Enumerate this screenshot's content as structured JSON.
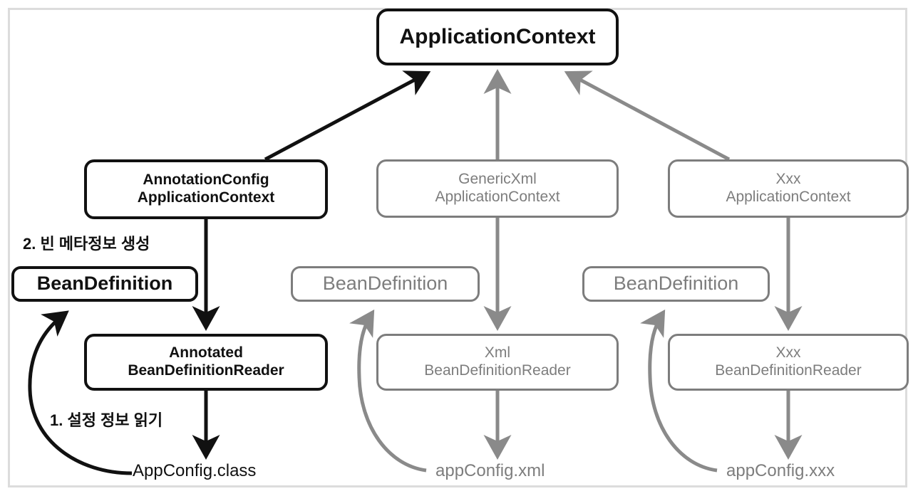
{
  "diagram": {
    "title_node": "ApplicationContext",
    "colors": {
      "black": "#111111",
      "gray": "#7d7d7d",
      "frame": "#dcdcdc",
      "background": "#ffffff"
    },
    "nodes": {
      "root": "ApplicationContext",
      "annotation_config_context": "AnnotationConfig\nApplicationContext",
      "generic_xml_context": "GenericXml\nApplicationContext",
      "xxx_context": "Xxx\nApplicationContext",
      "bean_definition_left": "BeanDefinition",
      "bean_definition_mid": "BeanDefinition",
      "bean_definition_right": "BeanDefinition",
      "annotated_reader": "Annotated\nBeanDefinitionReader",
      "xml_reader": "Xml\nBeanDefinitionReader",
      "xxx_reader": "Xxx\nBeanDefinitionReader"
    },
    "labels": {
      "step1": "1. 설정 정보 읽기",
      "step2": "2. 빈 메타정보 생성",
      "app_config_class": "AppConfig.class",
      "app_config_xml": "appConfig.xml",
      "app_config_xxx": "appConfig.xxx"
    }
  }
}
